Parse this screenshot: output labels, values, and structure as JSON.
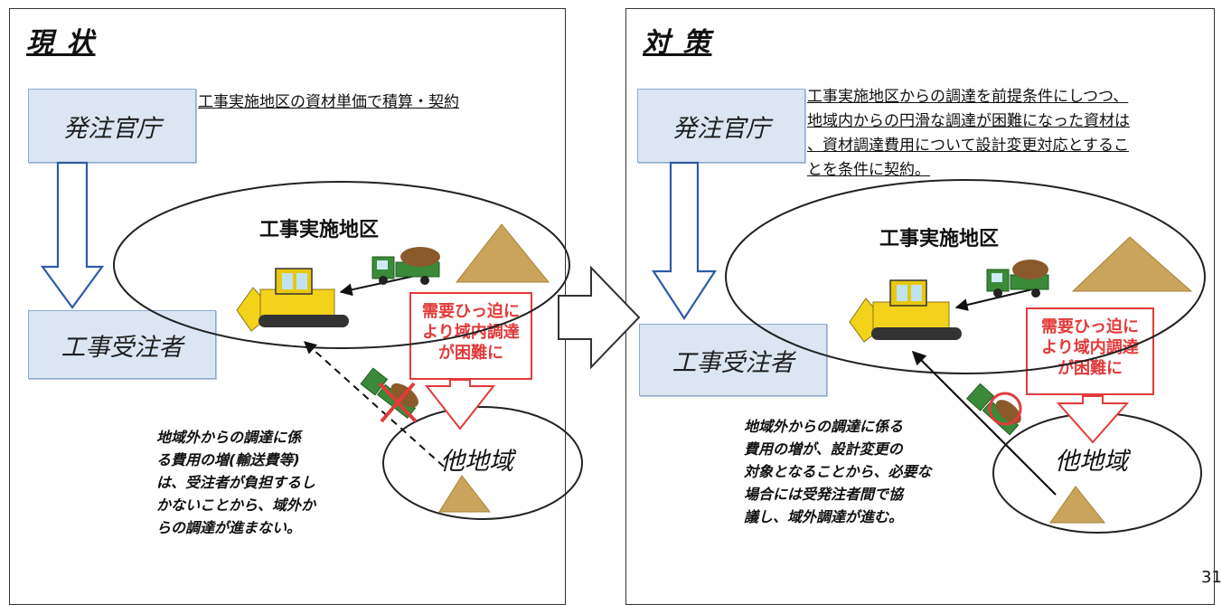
{
  "page_number": "31",
  "left": {
    "title": "現 状",
    "ordering_agency": "発注官庁",
    "contractor": "工事受注者",
    "note": "工事実施地区の資材単価で積算・契約",
    "area_label": "工事実施地区",
    "other_area_label": "他地域",
    "red_box_lines": [
      "需要ひっ迫に",
      "より域内調達",
      "が困難に"
    ],
    "caption_lines": [
      "地域外からの調達に係",
      "る費用の増(輸送費等)",
      "は、受注者が負担するし",
      "かないことから、域外か",
      "らの調達が進まない。"
    ]
  },
  "right": {
    "title": "対 策",
    "ordering_agency": "発注官庁",
    "contractor": "工事受注者",
    "note_lines": [
      "工事実施地区からの調達を前提条件にしつつ、",
      "地域内からの円滑な調達が困難になった資材は",
      "、資材調達費用について設計変更対応とするこ",
      "とを条件に契約。"
    ],
    "area_label": "工事実施地区",
    "other_area_label": "他地域",
    "red_box_lines": [
      "需要ひっ迫に",
      "より域内調達",
      "が困難に"
    ],
    "caption_lines": [
      "地域外からの調達に係る",
      "費用の増が、設計変更の",
      "対象となることから、必要な",
      "場合には受発注者間で協",
      "議し、域外調達が進む。"
    ]
  },
  "colors": {
    "box_fill": "#dce6f2",
    "box_border": "#8eaad0",
    "red_accent": "#e23a3a",
    "material_pile": "#c9a45a",
    "machine_yellow": "#f2d21b",
    "truck_green": "#3a8a3a"
  },
  "icons": [
    "arrow-down-icon",
    "arrow-right-icon",
    "bulldozer-icon",
    "dump-truck-icon",
    "material-pile-icon",
    "cross-mark-icon",
    "circle-mark-icon"
  ]
}
